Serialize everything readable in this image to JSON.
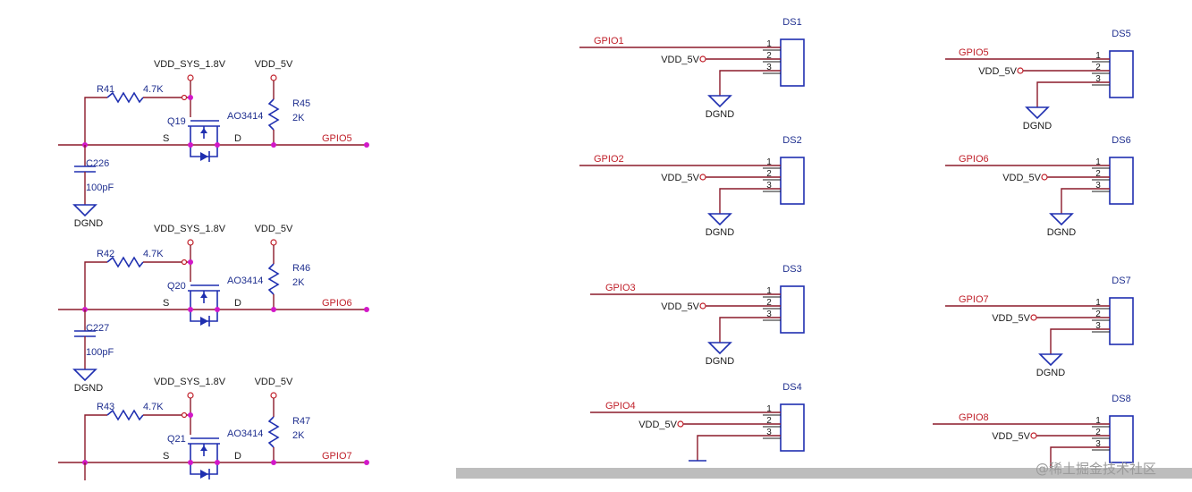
{
  "circuits": [
    {
      "resistor": "R41",
      "resistor_value": "4.7K",
      "transistor": "Q19",
      "part": "AO3414",
      "pullup": "R45",
      "pullup_value": "2K",
      "signal": "GPIO5",
      "cap": "C226",
      "cap_value": "100pF",
      "supply_low": "VDD_SYS_1.8V",
      "supply_high": "VDD_5V",
      "source": "S",
      "drain": "D",
      "ground": "DGND"
    },
    {
      "resistor": "R42",
      "resistor_value": "4.7K",
      "transistor": "Q20",
      "part": "AO3414",
      "pullup": "R46",
      "pullup_value": "2K",
      "signal": "GPIO6",
      "cap": "C227",
      "cap_value": "100pF",
      "supply_low": "VDD_SYS_1.8V",
      "supply_high": "VDD_5V",
      "source": "S",
      "drain": "D",
      "ground": "DGND"
    },
    {
      "resistor": "R43",
      "resistor_value": "4.7K",
      "transistor": "Q21",
      "part": "AO3414",
      "pullup": "R47",
      "pullup_value": "2K",
      "signal": "GPIO7",
      "supply_low": "VDD_SYS_1.8V",
      "supply_high": "VDD_5V",
      "source": "S",
      "drain": "D"
    }
  ],
  "connectors": [
    {
      "name": "DS1",
      "signal": "GPIO1",
      "power": "VDD_5V",
      "ground": "DGND",
      "pins": [
        "1",
        "2",
        "3"
      ]
    },
    {
      "name": "DS2",
      "signal": "GPIO2",
      "power": "VDD_5V",
      "ground": "DGND",
      "pins": [
        "1",
        "2",
        "3"
      ]
    },
    {
      "name": "DS3",
      "signal": "GPIO3",
      "power": "VDD_5V",
      "ground": "DGND",
      "pins": [
        "1",
        "2",
        "3"
      ]
    },
    {
      "name": "DS4",
      "signal": "GPIO4",
      "power": "VDD_5V",
      "pins": [
        "1",
        "2",
        "3"
      ]
    },
    {
      "name": "DS5",
      "signal": "GPIO5",
      "power": "VDD_5V",
      "ground": "DGND",
      "pins": [
        "1",
        "2",
        "3"
      ]
    },
    {
      "name": "DS6",
      "signal": "GPIO6",
      "power": "VDD_5V",
      "ground": "DGND",
      "pins": [
        "1",
        "2",
        "3"
      ]
    },
    {
      "name": "DS7",
      "signal": "GPIO7",
      "power": "VDD_5V",
      "ground": "DGND",
      "pins": [
        "1",
        "2",
        "3"
      ]
    },
    {
      "name": "DS8",
      "signal": "GPIO8",
      "power": "VDD_5V",
      "pins": [
        "1",
        "2",
        "3"
      ]
    }
  ],
  "watermark": "@稀土掘金技术社区",
  "colors": {
    "wire": "#8b1a2a",
    "component": "#1f2fb0",
    "net_label": "#c0202a",
    "junction": "#d218c8"
  }
}
